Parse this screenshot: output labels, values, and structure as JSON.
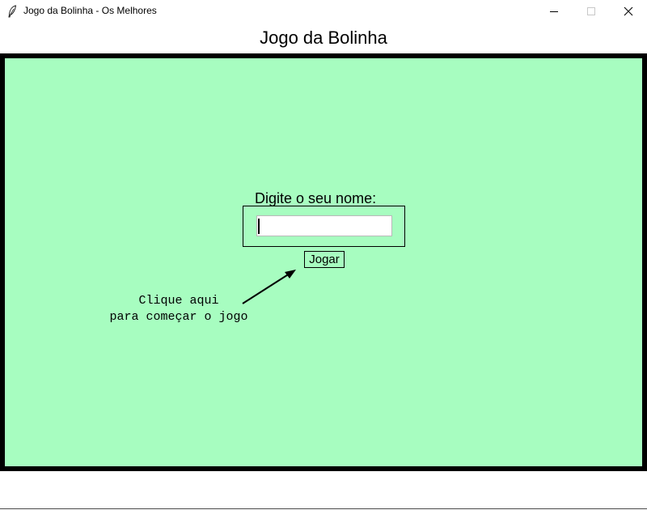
{
  "window": {
    "title": "Jogo da Bolinha - Os Melhores",
    "app_icon": "feather-icon",
    "controls": {
      "minimize_icon": "minimize-icon",
      "maximize_icon": "maximize-icon",
      "close_icon": "close-icon"
    }
  },
  "heading": "Jogo da Bolinha",
  "game": {
    "background_color": "#a7fdc0",
    "border_color": "#000000",
    "name_prompt": "Digite o seu nome:",
    "name_input": {
      "value": "",
      "placeholder": ""
    },
    "play_button_label": "Jogar",
    "hint_line1": "Clique aqui",
    "hint_line2": "para começar o jogo",
    "arrow_icon": "arrow-icon"
  }
}
